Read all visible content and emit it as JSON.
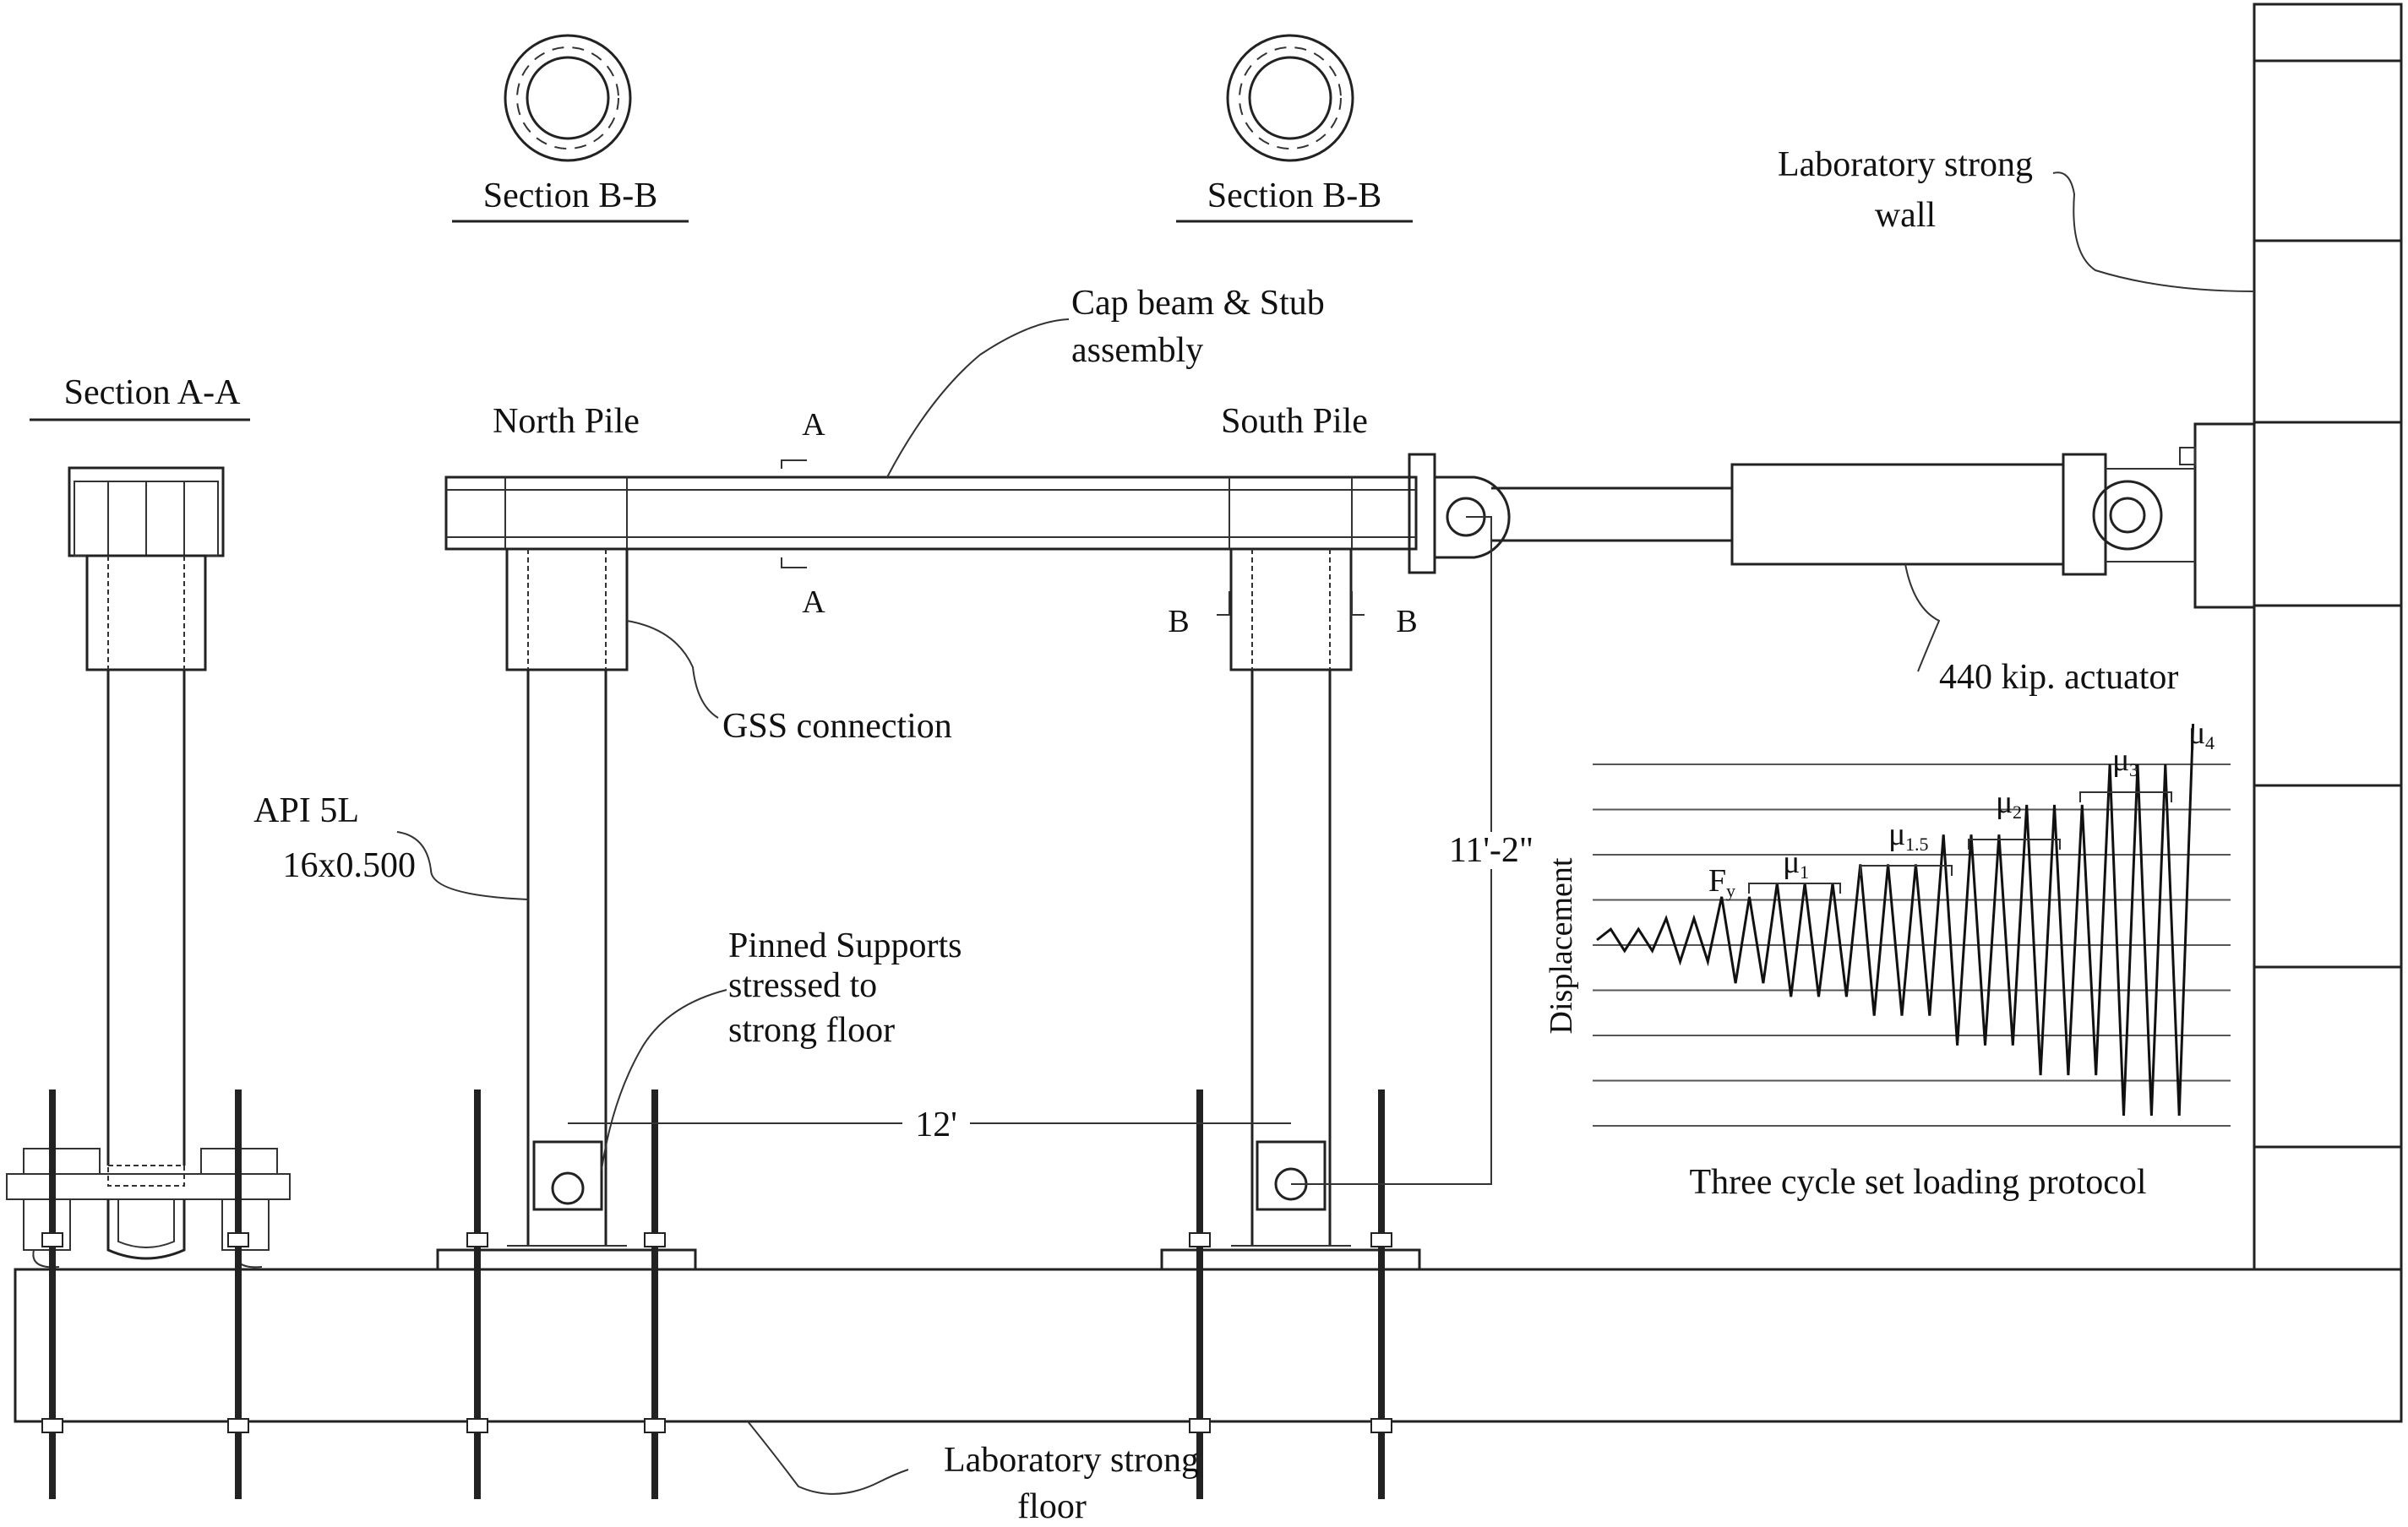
{
  "labels": {
    "section_aa": "Section A-A",
    "section_bb_left": "Section B-B",
    "section_bb_right": "Section B-B",
    "north_pile": "North Pile",
    "south_pile": "South Pile",
    "cap_beam_line1": "Cap beam & Stub",
    "cap_beam_line2": "assembly",
    "cut_a_top": "A",
    "cut_a_bottom": "A",
    "cut_b_left": "B",
    "cut_b_right": "B",
    "gss": "GSS connection",
    "api_line1": "API 5L",
    "api_line2": "16x0.500",
    "pinned_line1": "Pinned Supports",
    "pinned_line2": "stressed to",
    "pinned_line3": "strong floor",
    "span": "12'",
    "height": "11'-2\"",
    "wall_line1": "Laboratory strong",
    "wall_line2": "wall",
    "actuator": "440 kip. actuator",
    "floor_line1": "Laboratory strong",
    "floor_line2": "floor"
  },
  "protocol": {
    "caption": "Three cycle set loading protocol",
    "ylabel": "Displacement",
    "fy": "F",
    "fy_sub": "y",
    "mu": "μ",
    "mu1_sub": "1",
    "mu15_sub": "1.5",
    "mu2_sub": "2",
    "mu3_sub": "3",
    "mu4_sub": "4",
    "amplitudes": [
      0.08,
      0.08,
      0.16,
      0.16,
      0.32,
      0.32,
      0.42,
      0.42,
      0.42,
      0.56,
      0.56,
      0.56,
      0.78,
      0.78,
      0.78,
      1.0,
      1.0,
      1.0,
      1.3,
      1.3,
      1.3,
      1.6
    ]
  }
}
